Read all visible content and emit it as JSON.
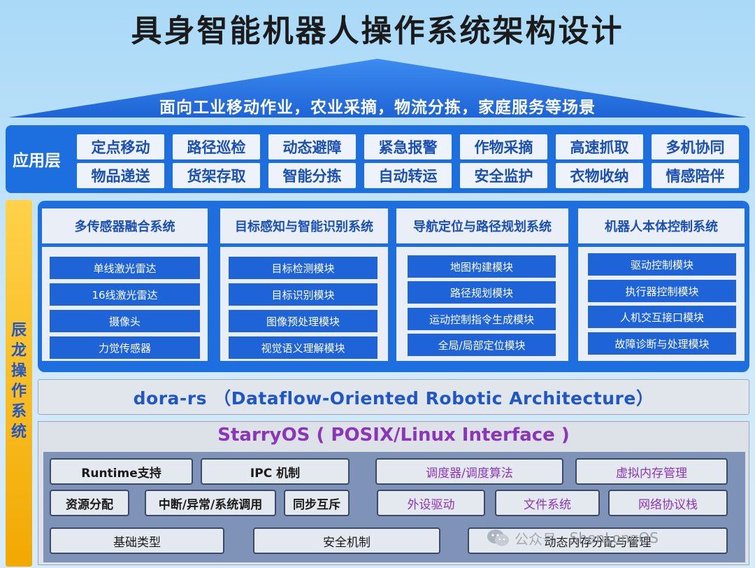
{
  "title": "具身智能机器人操作系统架构设计",
  "scenarios": "面向工业移动作业，农业采摘，物流分拣，家庭服务等场景",
  "app_layer": {
    "label": "应用层",
    "row1": [
      "定点移动",
      "路径巡检",
      "动态避障",
      "紧急报警",
      "作物采摘",
      "高速抓取",
      "多机协同"
    ],
    "row2": [
      "物品递送",
      "货架存取",
      "智能分拣",
      "自动转运",
      "安全监护",
      "衣物收纳",
      "情感陪伴"
    ]
  },
  "os_label": [
    "辰",
    "龙",
    "操",
    "作",
    "系",
    "统"
  ],
  "systems": [
    {
      "title": "多传感器融合系统",
      "modules": [
        "单线激光雷达",
        "16线激光雷达",
        "摄像头",
        "力觉传感器"
      ]
    },
    {
      "title": "目标感知与智能识别系统",
      "modules": [
        "目标检测模块",
        "目标识别模块",
        "图像预处理模块",
        "视觉语义理解模块"
      ]
    },
    {
      "title": "导航定位与路径规划系统",
      "modules": [
        "地图构建模块",
        "路径规划模块",
        "运动控制指令生成模块",
        "全局/局部定位模块"
      ]
    },
    {
      "title": "机器人本体控制系统",
      "modules": [
        "驱动控制模块",
        "执行器控制模块",
        "人机交互接口模块",
        "故障诊断与处理模块"
      ]
    }
  ],
  "dora": "dora-rs （Dataflow-Oriented Robotic Architecture）",
  "starry": {
    "title": "StarryOS ( POSIX/Linux Interface )",
    "row1_left": [
      "Runtime支持",
      "IPC 机制"
    ],
    "row1_right": [
      "调度器/调度算法",
      "虚拟内存管理"
    ],
    "row2_left": [
      "资源分配",
      "中断/异常/系统调用",
      "同步互斥"
    ],
    "row2_right": [
      "外设驱动",
      "文件系统",
      "网络协议栈"
    ],
    "row3": [
      "基础类型",
      "安全机制",
      "动态内存分配与管理"
    ]
  },
  "watermark": {
    "prefix": "公众号 ·",
    "name": "ShenLongOS",
    "icon": "wechat-icon"
  },
  "colors": {
    "primary_blue": "#1d6fe0",
    "module_blue": "#1f63d8",
    "accent_purple": "#8b36b8",
    "os_band_yellow": "#f2a900",
    "sky_bg": "#a9d9f7"
  }
}
